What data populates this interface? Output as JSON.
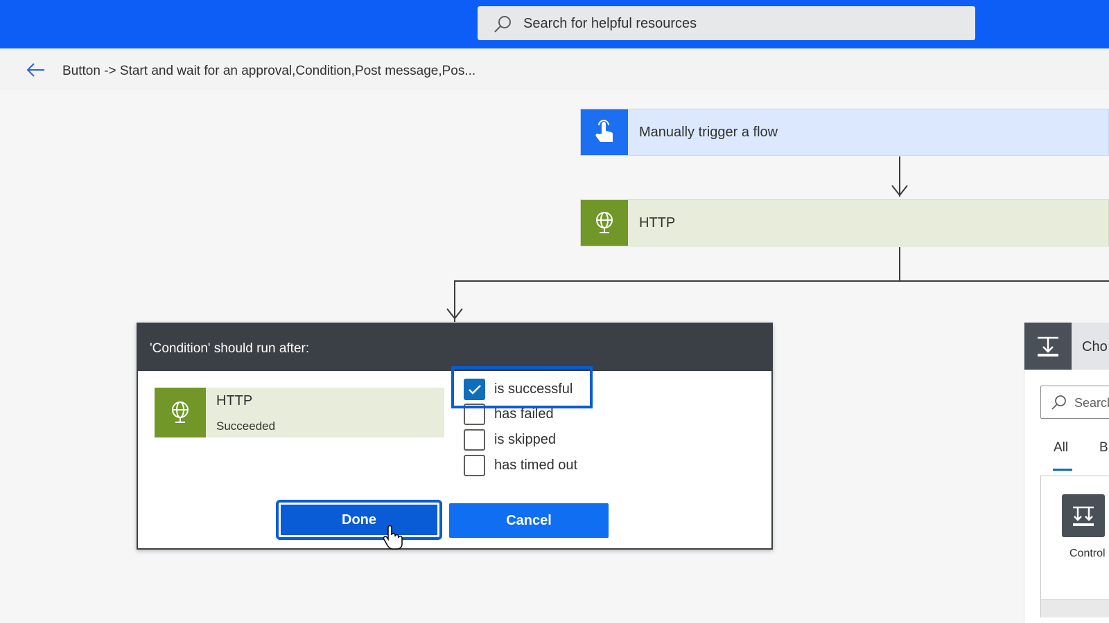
{
  "header": {
    "search_placeholder": "Search for helpful resources"
  },
  "breadcrumb": {
    "text": "Button -> Start and wait for an approval,Condition,Post message,Pos..."
  },
  "flow": {
    "trigger": {
      "label": "Manually trigger a flow",
      "icon": "touch-hand-icon"
    },
    "http": {
      "label": "HTTP",
      "icon": "globe-icon"
    }
  },
  "dialog": {
    "title": "'Condition' should run after:",
    "step": {
      "title": "HTTP",
      "status": "Succeeded"
    },
    "options": [
      {
        "label": "is successful",
        "checked": true
      },
      {
        "label": "has failed",
        "checked": false
      },
      {
        "label": "is skipped",
        "checked": false
      },
      {
        "label": "has timed out",
        "checked": false
      }
    ],
    "done_label": "Done",
    "cancel_label": "Cancel"
  },
  "chooser": {
    "title": "Cho",
    "search_placeholder": "Search",
    "tabs": [
      "All",
      "B"
    ],
    "item_label": "Control"
  },
  "colors": {
    "topbar": "#0c5ef7",
    "trigger_icon_bg": "#1d6ff2",
    "http_icon_bg": "#709727",
    "button_blue": "#0f6ef2",
    "highlight": "#0a5cd5"
  }
}
